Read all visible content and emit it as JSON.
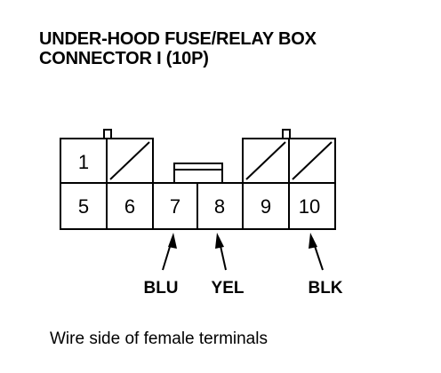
{
  "title": {
    "line1": "UNDER-HOOD FUSE/RELAY BOX",
    "line2": "CONNECTOR I (10P)"
  },
  "connector": {
    "top_row": [
      {
        "label": "1",
        "state": "terminal"
      },
      {
        "label": "",
        "state": "unused"
      },
      {
        "label": "",
        "state": "unused"
      },
      {
        "label": "",
        "state": "unused"
      }
    ],
    "bottom_row": [
      "5",
      "6",
      "7",
      "8",
      "9",
      "10"
    ]
  },
  "wires": [
    {
      "terminal": "7",
      "color": "BLU"
    },
    {
      "terminal": "8",
      "color": "YEL"
    },
    {
      "terminal": "10",
      "color": "BLK"
    }
  ],
  "caption": "Wire side of female terminals"
}
